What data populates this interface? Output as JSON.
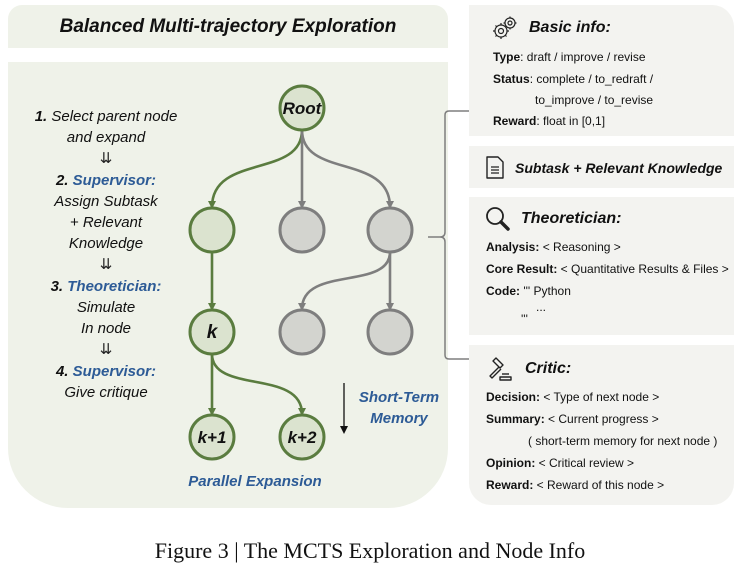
{
  "title": "Balanced Multi-trajectory Exploration",
  "steps": [
    {
      "num": "1.",
      "role": "",
      "lines": [
        "Select parent node",
        "and expand"
      ]
    },
    {
      "num": "2.",
      "role": "Supervisor:",
      "lines": [
        "Assign Subtask",
        "+ Relevant",
        "Knowledge"
      ]
    },
    {
      "num": "3.",
      "role": "Theoretician:",
      "lines": [
        "Simulate",
        "In node"
      ]
    },
    {
      "num": "4.",
      "role": "Supervisor:",
      "lines": [
        "Give critique"
      ]
    }
  ],
  "step_separator_icon": "double-chevron-down-icon",
  "tree": {
    "nodes": [
      {
        "id": "root",
        "label": "Root",
        "state": "active"
      },
      {
        "id": "a1",
        "label": "",
        "state": "active"
      },
      {
        "id": "a2",
        "label": "",
        "state": "inactive"
      },
      {
        "id": "a3",
        "label": "",
        "state": "inactive"
      },
      {
        "id": "k",
        "label": "k",
        "state": "active"
      },
      {
        "id": "b2",
        "label": "",
        "state": "inactive"
      },
      {
        "id": "b3",
        "label": "",
        "state": "inactive"
      },
      {
        "id": "k1",
        "label": "k+1",
        "state": "active"
      },
      {
        "id": "k2",
        "label": "k+2",
        "state": "active"
      }
    ],
    "edges": [
      {
        "from": "root",
        "to": "a1",
        "state": "active"
      },
      {
        "from": "root",
        "to": "a2",
        "state": "inactive"
      },
      {
        "from": "root",
        "to": "a3",
        "state": "inactive"
      },
      {
        "from": "a1",
        "to": "k",
        "state": "active"
      },
      {
        "from": "a3",
        "to": "b2",
        "state": "inactive"
      },
      {
        "from": "a3",
        "to": "b3",
        "state": "inactive"
      },
      {
        "from": "k",
        "to": "k1",
        "state": "active"
      },
      {
        "from": "k",
        "to": "k2",
        "state": "active"
      }
    ],
    "parallel_label": "Parallel Expansion",
    "memory_label": [
      "Short-Term",
      "Memory"
    ]
  },
  "colors": {
    "active_fill": "#dbe3cf",
    "active_stroke": "#5a7c3f",
    "inactive_fill": "#d3d4cf",
    "inactive_stroke": "#7e7e7e",
    "accent_text": "#2d5b96"
  },
  "node_info": {
    "basic": {
      "icon": "gears-icon",
      "title": "Basic info:",
      "rows": [
        {
          "key": "Type",
          "value": ": draft / improve / revise"
        },
        {
          "key": "Status",
          "value": ": complete / to_redraft /"
        },
        {
          "key": "",
          "value": "to_improve / to_revise"
        },
        {
          "key": "Reward",
          "value": ": float in [0,1]"
        }
      ]
    },
    "subtask": {
      "icon": "document-icon",
      "title": "Subtask + Relevant Knowledge"
    },
    "theoretician": {
      "icon": "magnifier-icon",
      "title": "Theoretician:",
      "rows": [
        {
          "key": "Analysis:",
          "value": " < Reasoning >"
        },
        {
          "key": "Core Result:",
          "value": " < Quantitative Results & Files >"
        },
        {
          "key": "Code:",
          "value": " ''' Python"
        },
        {
          "key": "",
          "value": "..."
        },
        {
          "key": "",
          "value": "'''"
        }
      ]
    },
    "critic": {
      "icon": "gavel-icon",
      "title": "Critic:",
      "rows": [
        {
          "key": "Decision:",
          "value": " < Type of next node >"
        },
        {
          "key": "Summary:",
          "value": " < Current progress >"
        },
        {
          "key": "",
          "value": "( short-term memory for next node )"
        },
        {
          "key": "Opinion:",
          "value": " < Critical review >"
        },
        {
          "key": "Reward:",
          "value": " < Reward of this node >"
        }
      ]
    }
  },
  "caption": "Figure 3 | The MCTS Exploration and Node Info"
}
